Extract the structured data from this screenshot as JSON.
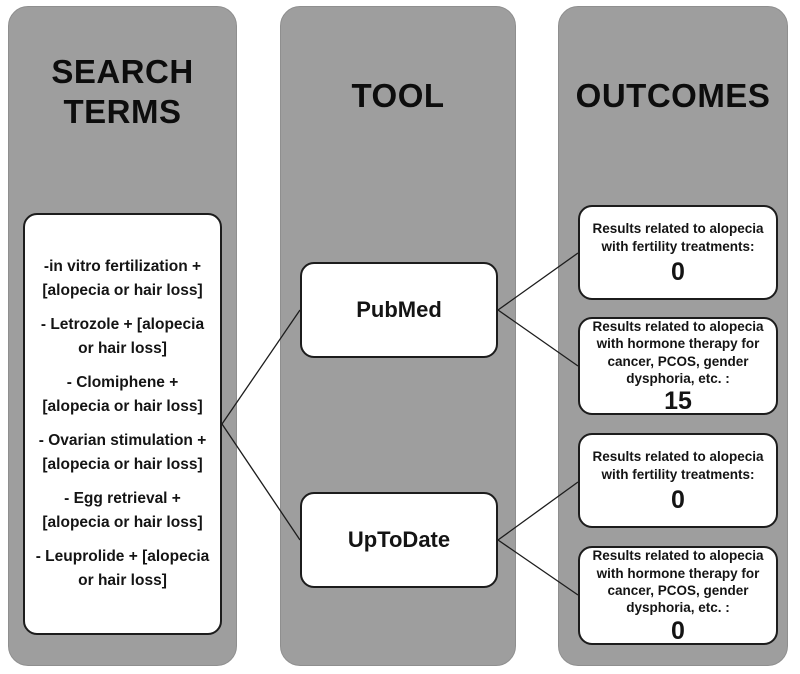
{
  "columns": {
    "search": {
      "title": "SEARCH TERMS"
    },
    "tool": {
      "title": "TOOL"
    },
    "outcomes": {
      "title": "OUTCOMES"
    }
  },
  "search_terms": {
    "items": [
      "-in vitro fertilization +\n[alopecia or hair loss]",
      "- Letrozole + [alopecia\nor hair loss]",
      "- Clomiphene +\n[alopecia or hair loss]",
      "- Ovarian stimulation +\n[alopecia or hair loss]",
      "- Egg retrieval +\n[alopecia or hair loss]",
      "- Leuprolide + [alopecia\nor hair loss]"
    ]
  },
  "tools": {
    "pubmed": "PubMed",
    "uptodate": "UpToDate"
  },
  "outcomes": {
    "boxes": [
      {
        "text": "Results related to alopecia\nwith fertility treatments:",
        "value": "0"
      },
      {
        "text": "Results related to alopecia\nwith hormone therapy for\ncancer, PCOS, gender\ndysphoria, etc. :",
        "value": "15"
      },
      {
        "text": "Results related to alopecia\nwith fertility treatments:",
        "value": "0"
      },
      {
        "text": "Results related to alopecia\nwith hormone therapy for\ncancer, PCOS, gender\ndysphoria, etc. :",
        "value": "0"
      }
    ]
  },
  "colors": {
    "column_gray": "#9e9e9e",
    "line_black": "#1c1c1c",
    "box_white": "#ffffff"
  }
}
